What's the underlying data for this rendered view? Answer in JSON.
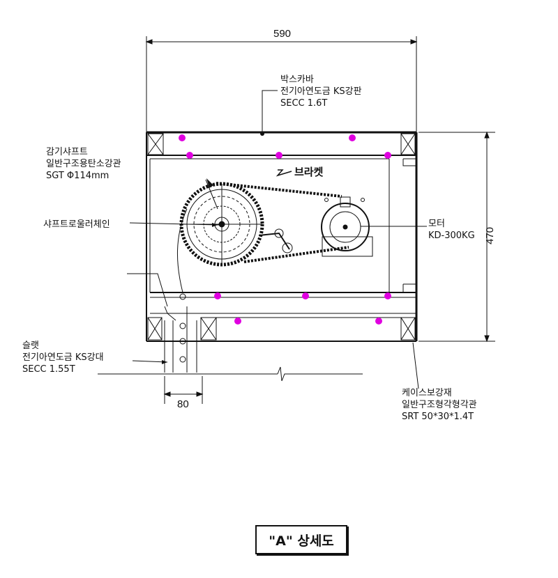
{
  "dimensions": {
    "width": "590",
    "height": "470",
    "slat_width": "80"
  },
  "labels": {
    "box_cover": [
      "박스카바",
      "전기아연도금 KS강판",
      "SECC 1.6T"
    ],
    "winding_shaft": [
      "감기샤프트",
      "일반구조용탄소강관",
      "SGT Φ114mm"
    ],
    "bracket": "브라켓",
    "shaft_roller_chain": "샤프트로울러체인",
    "motor": [
      "모터",
      "KD-300KG"
    ],
    "slat": [
      "슬랫",
      "전기아연도금 KS강대",
      "SECC 1.55T"
    ],
    "case_reinforcement": [
      "케이스보강재",
      "일반구조형각형각관",
      "SRT 50*30*1.4T"
    ]
  },
  "title": "\"A\" 상세도",
  "colors": {
    "line": "#111111",
    "marker": "#e000e0"
  }
}
